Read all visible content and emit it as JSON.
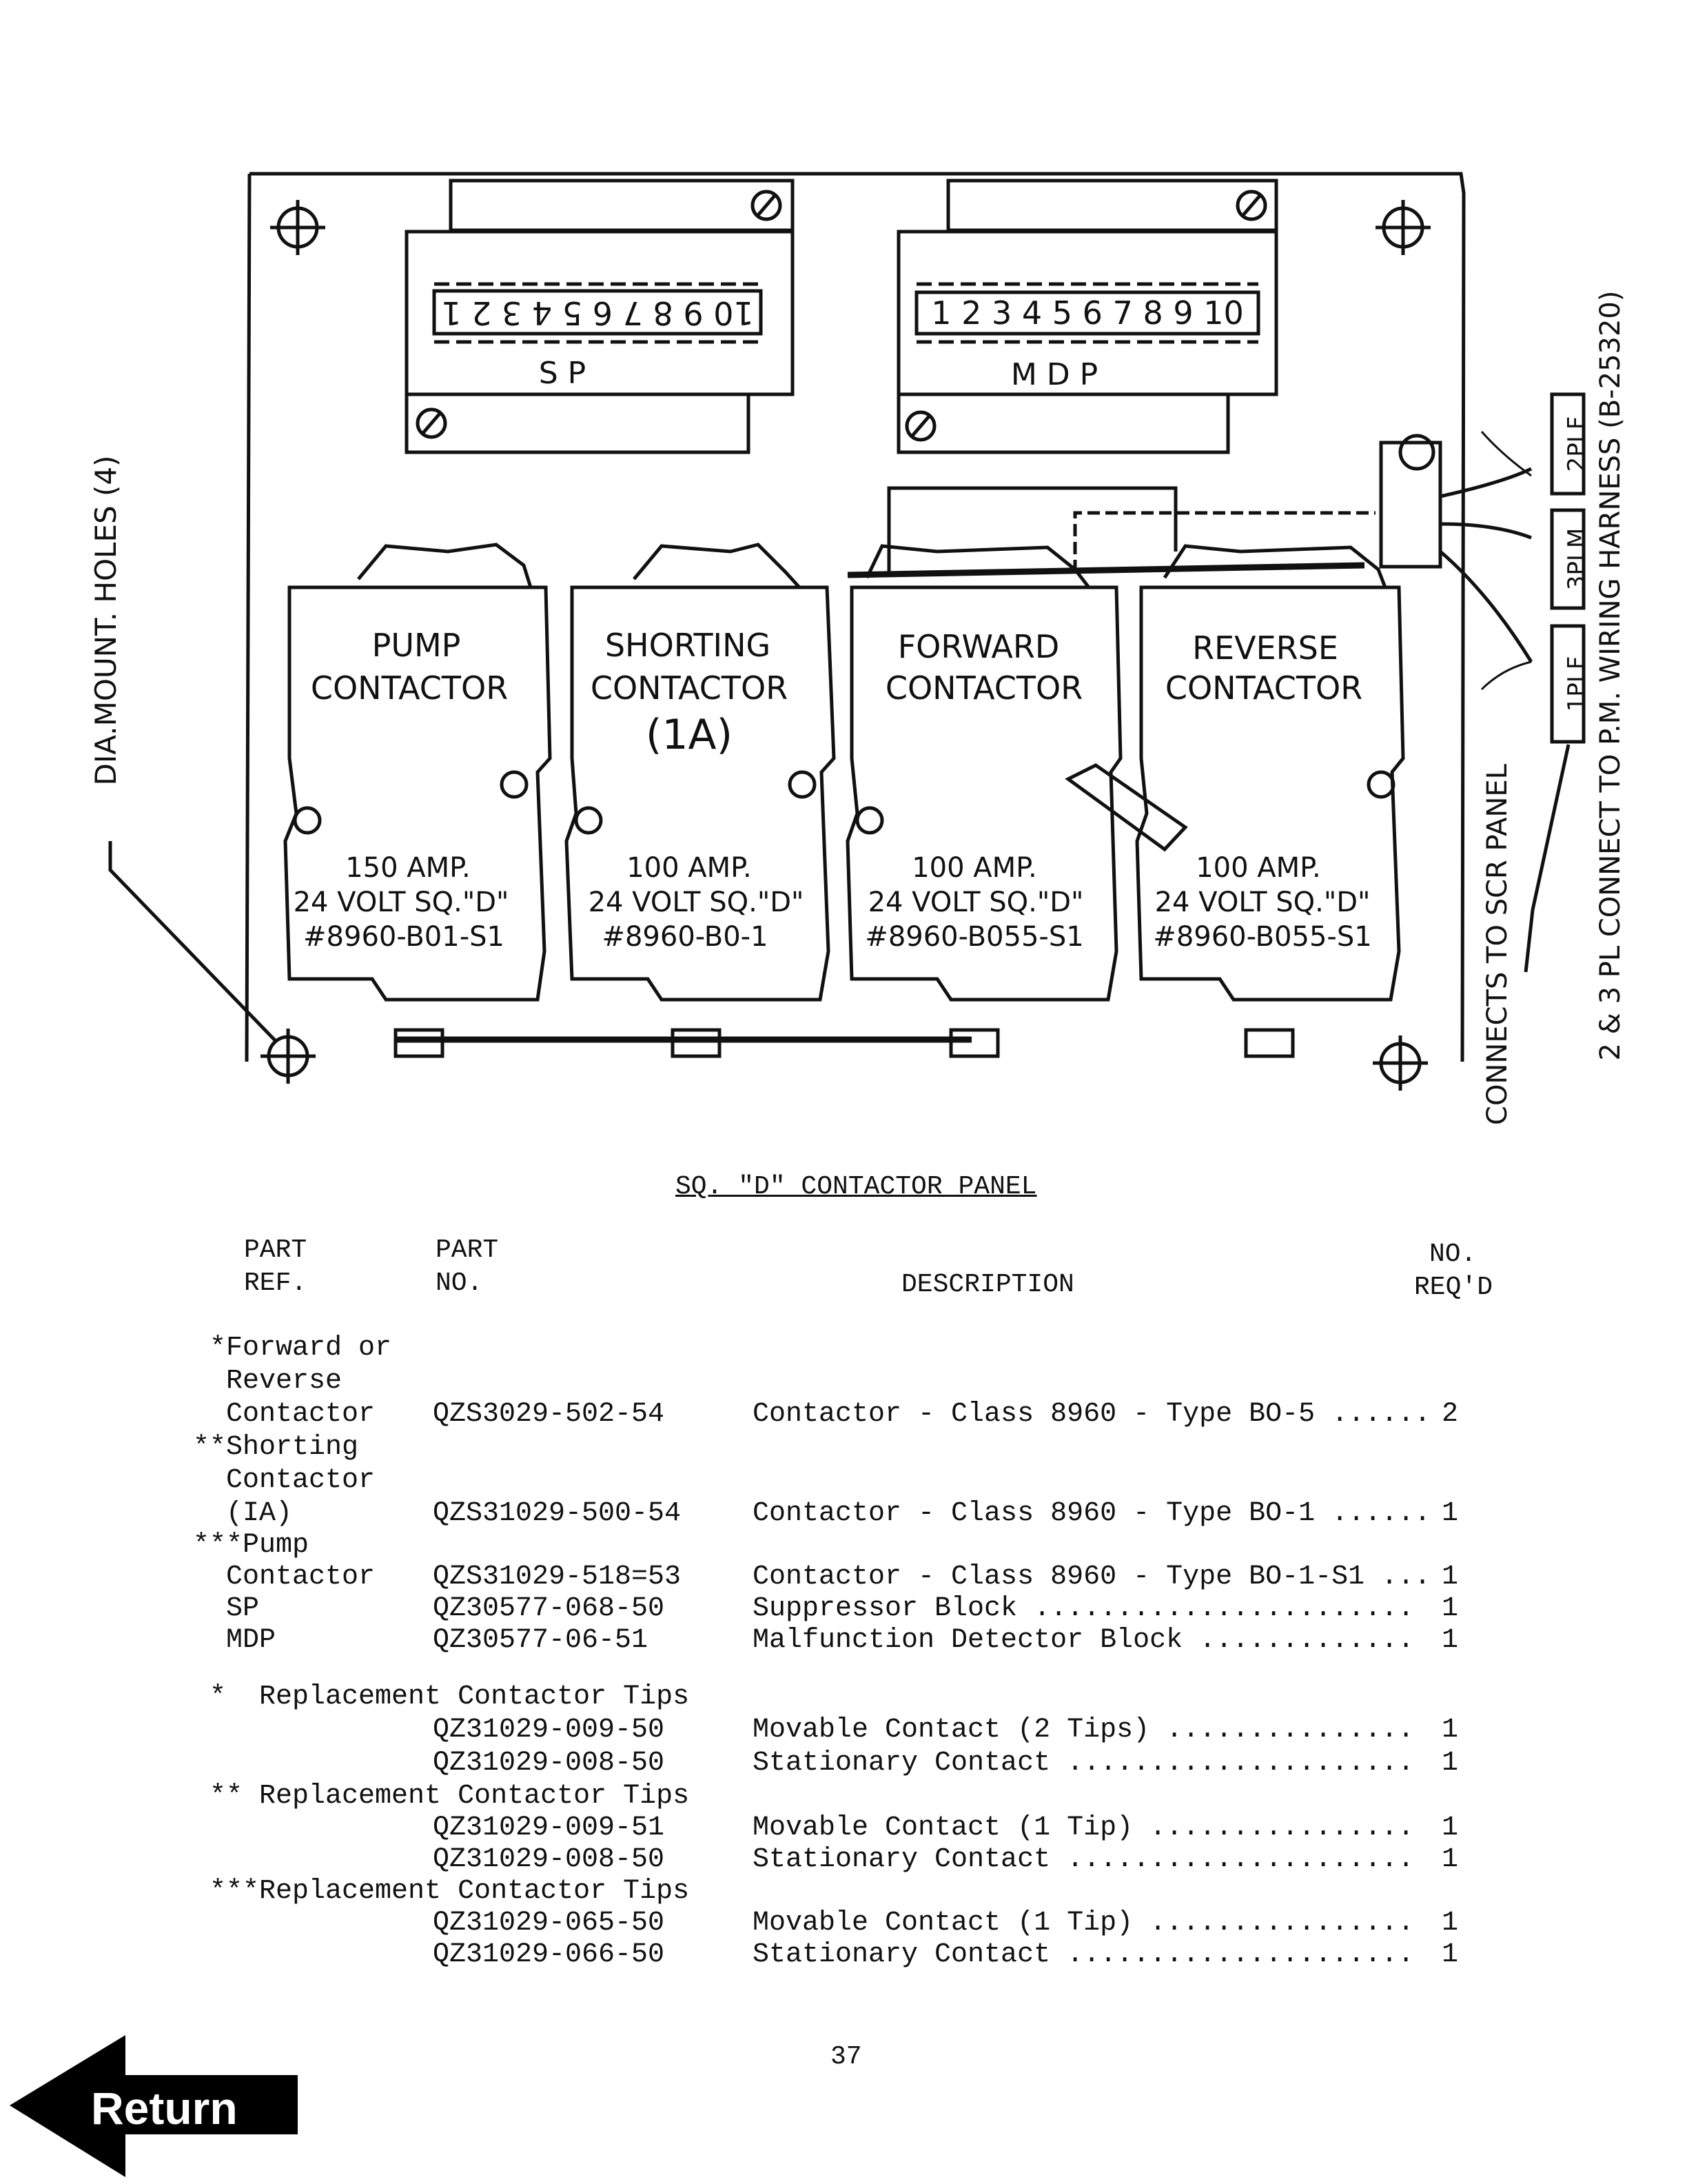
{
  "diagram": {
    "sp_label": "S P",
    "mdp_label": "M D P",
    "sp_terminals": "10 9 8 7 6 5 4 3 2 1",
    "mdp_terminals": "1 2 3 4 5 6 7 8 9 10",
    "mount_holes_note": "DIA.MOUNT. HOLES (4)",
    "scr_note": "CONNECTS TO SCR PANEL",
    "harness_note": "2 & 3 PL CONNECT TO P.M. WIRING HARNESS (B-25320)",
    "plugs": [
      "1PLF",
      "3PLM",
      "2PLF"
    ],
    "contactors": [
      {
        "name_line1": "PUMP",
        "name_line2": "CONTACTOR",
        "name_line3": "",
        "rating": "150 AMP.",
        "coil": "24 VOLT SQ.\"D\"",
        "part": "#8960-B01-S1"
      },
      {
        "name_line1": "SHORTING",
        "name_line2": "CONTACTOR",
        "name_line3": "(1A)",
        "rating": "100 AMP.",
        "coil": "24 VOLT SQ.\"D\"",
        "part": "#8960-B0-1"
      },
      {
        "name_line1": "FORWARD",
        "name_line2": "CONTACTOR",
        "name_line3": "",
        "rating": "100 AMP.",
        "coil": "24 VOLT SQ.\"D\"",
        "part": "#8960-B055-S1"
      },
      {
        "name_line1": "REVERSE",
        "name_line2": "CONTACTOR",
        "name_line3": "",
        "rating": "100 AMP.",
        "coil": "24 VOLT SQ.\"D\"",
        "part": "#8960-B055-S1"
      }
    ]
  },
  "caption": "SQ. \"D\" CONTACTOR PANEL",
  "headers": {
    "part_ref_1": "PART",
    "part_ref_2": "REF.",
    "part_no_1": "PART",
    "part_no_2": "NO.",
    "description": "DESCRIPTION",
    "qty_1": "NO.",
    "qty_2": "REQ'D"
  },
  "rows": [
    {
      "ref": " *Forward or",
      "no": "",
      "desc": "",
      "qty": ""
    },
    {
      "ref": "  Reverse",
      "no": "",
      "desc": "",
      "qty": ""
    },
    {
      "ref": "  Contactor",
      "no": "QZS3029-502-54",
      "desc": "Contactor - Class 8960 - Type BO-5 ......",
      "qty": "2"
    },
    {
      "ref": "**Shorting",
      "no": "",
      "desc": "",
      "qty": ""
    },
    {
      "ref": "  Contactor",
      "no": "",
      "desc": "",
      "qty": ""
    },
    {
      "ref": "  (IA)",
      "no": "QZS31029-500-54",
      "desc": "Contactor - Class 8960 - Type BO-1 ......",
      "qty": "1"
    },
    {
      "ref": "***Pump",
      "no": "",
      "desc": "",
      "qty": ""
    },
    {
      "ref": "  Contactor",
      "no": "QZS31029-518=53",
      "desc": "Contactor - Class 8960 - Type BO-1-S1 ...",
      "qty": "1"
    },
    {
      "ref": "  SP",
      "no": "QZ30577-068-50",
      "desc": "Suppressor Block .......................",
      "qty": "1"
    },
    {
      "ref": "  MDP",
      "no": "QZ30577-06-51",
      "desc": "Malfunction Detector Block .............",
      "qty": "1"
    },
    {
      "ref": " *  Replacement Contactor Tips",
      "no": "",
      "desc": "",
      "qty": ""
    },
    {
      "ref": "",
      "no": "QZ31029-009-50",
      "desc": "Movable Contact (2 Tips) ...............",
      "qty": "1"
    },
    {
      "ref": "",
      "no": "QZ31029-008-50",
      "desc": "Stationary Contact .....................",
      "qty": "1"
    },
    {
      "ref": " ** Replacement Contactor Tips",
      "no": "",
      "desc": "",
      "qty": ""
    },
    {
      "ref": "",
      "no": "QZ31029-009-51",
      "desc": "Movable Contact (1 Tip) ................",
      "qty": "1"
    },
    {
      "ref": "",
      "no": "QZ31029-008-50",
      "desc": "Stationary Contact .....................",
      "qty": "1"
    },
    {
      "ref": " ***Replacement Contactor Tips",
      "no": "",
      "desc": "",
      "qty": ""
    },
    {
      "ref": "",
      "no": "QZ31029-065-50",
      "desc": "Movable Contact (1 Tip) ................",
      "qty": "1"
    },
    {
      "ref": "",
      "no": "QZ31029-066-50",
      "desc": "Stationary Contact .....................",
      "qty": "1"
    }
  ],
  "page_number": "37",
  "return_label": "Return"
}
